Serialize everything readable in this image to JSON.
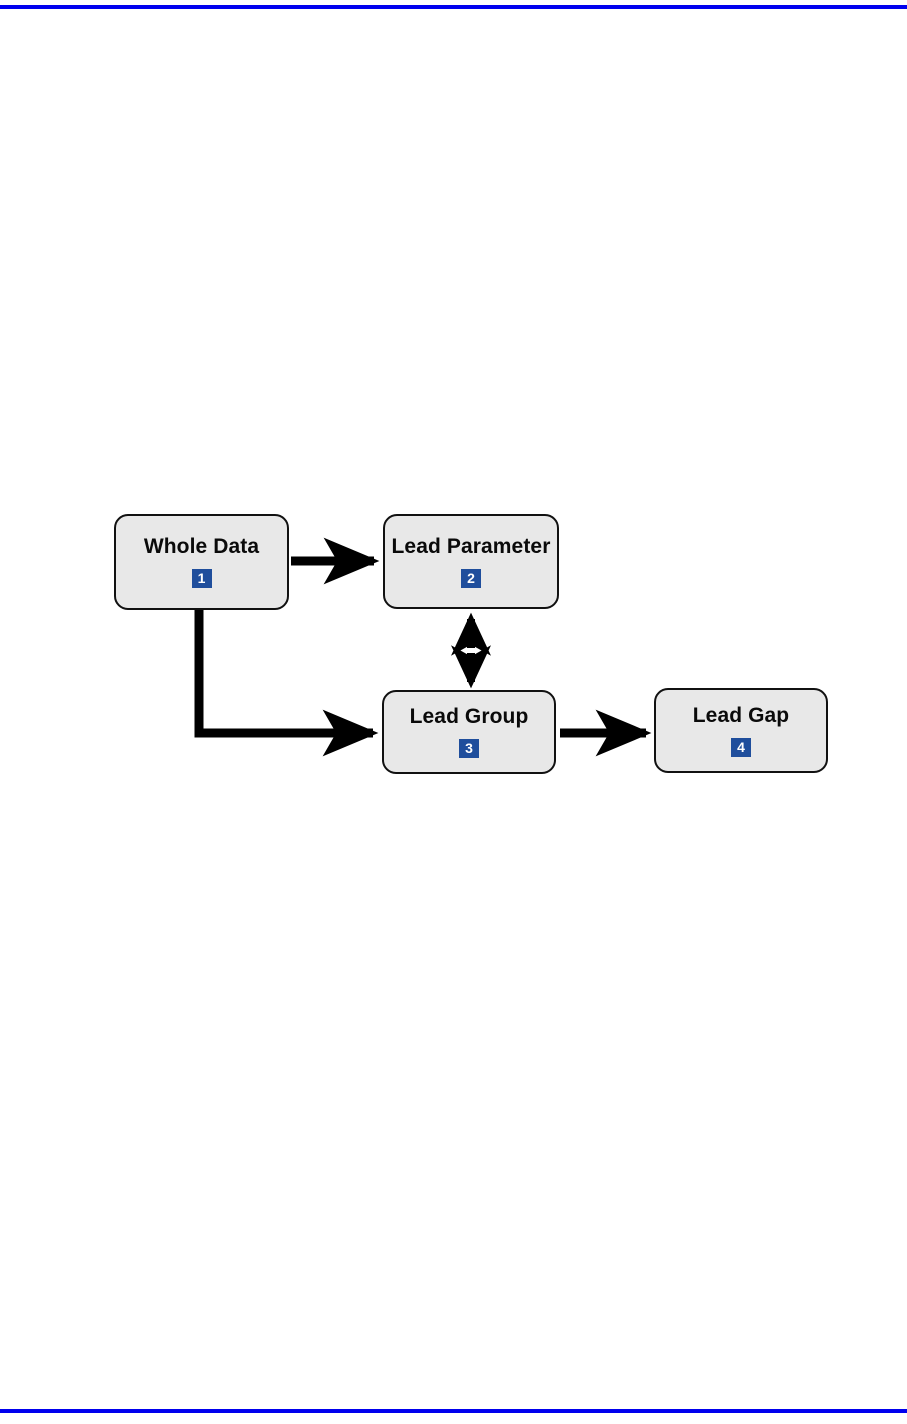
{
  "page": {
    "rule_color": "#0000ee",
    "background": "#ffffff",
    "top_rule_label": "top-page-rule",
    "bottom_rule_label": "bottom-page-rule"
  },
  "diagram": {
    "type": "flowchart",
    "node_fill": "#e8e8e8",
    "node_stroke": "#111111",
    "badge_fill": "#1f4e9c",
    "badge_text_color": "#ffffff",
    "connector_color": "#000000",
    "nodes": [
      {
        "id": "whole-data",
        "label": "Whole Data",
        "badge": "1"
      },
      {
        "id": "lead-parameter",
        "label": "Lead Parameter",
        "badge": "2"
      },
      {
        "id": "lead-group",
        "label": "Lead Group",
        "badge": "3"
      },
      {
        "id": "lead-gap",
        "label": "Lead Gap",
        "badge": "4"
      }
    ],
    "edges": [
      {
        "id": "edge-whole-data-to-lead-parameter",
        "from": "whole-data",
        "to": "lead-parameter",
        "style": "solid",
        "direction": "forward"
      },
      {
        "id": "edge-whole-data-to-lead-group",
        "from": "whole-data",
        "to": "lead-group",
        "style": "solid",
        "direction": "forward",
        "routing": "elbow"
      },
      {
        "id": "edge-lead-parameter-lead-group",
        "from": "lead-parameter",
        "to": "lead-group",
        "style": "dotted",
        "direction": "bidirectional"
      },
      {
        "id": "edge-lead-group-to-lead-gap",
        "from": "lead-group",
        "to": "lead-gap",
        "style": "solid",
        "direction": "forward"
      }
    ]
  }
}
